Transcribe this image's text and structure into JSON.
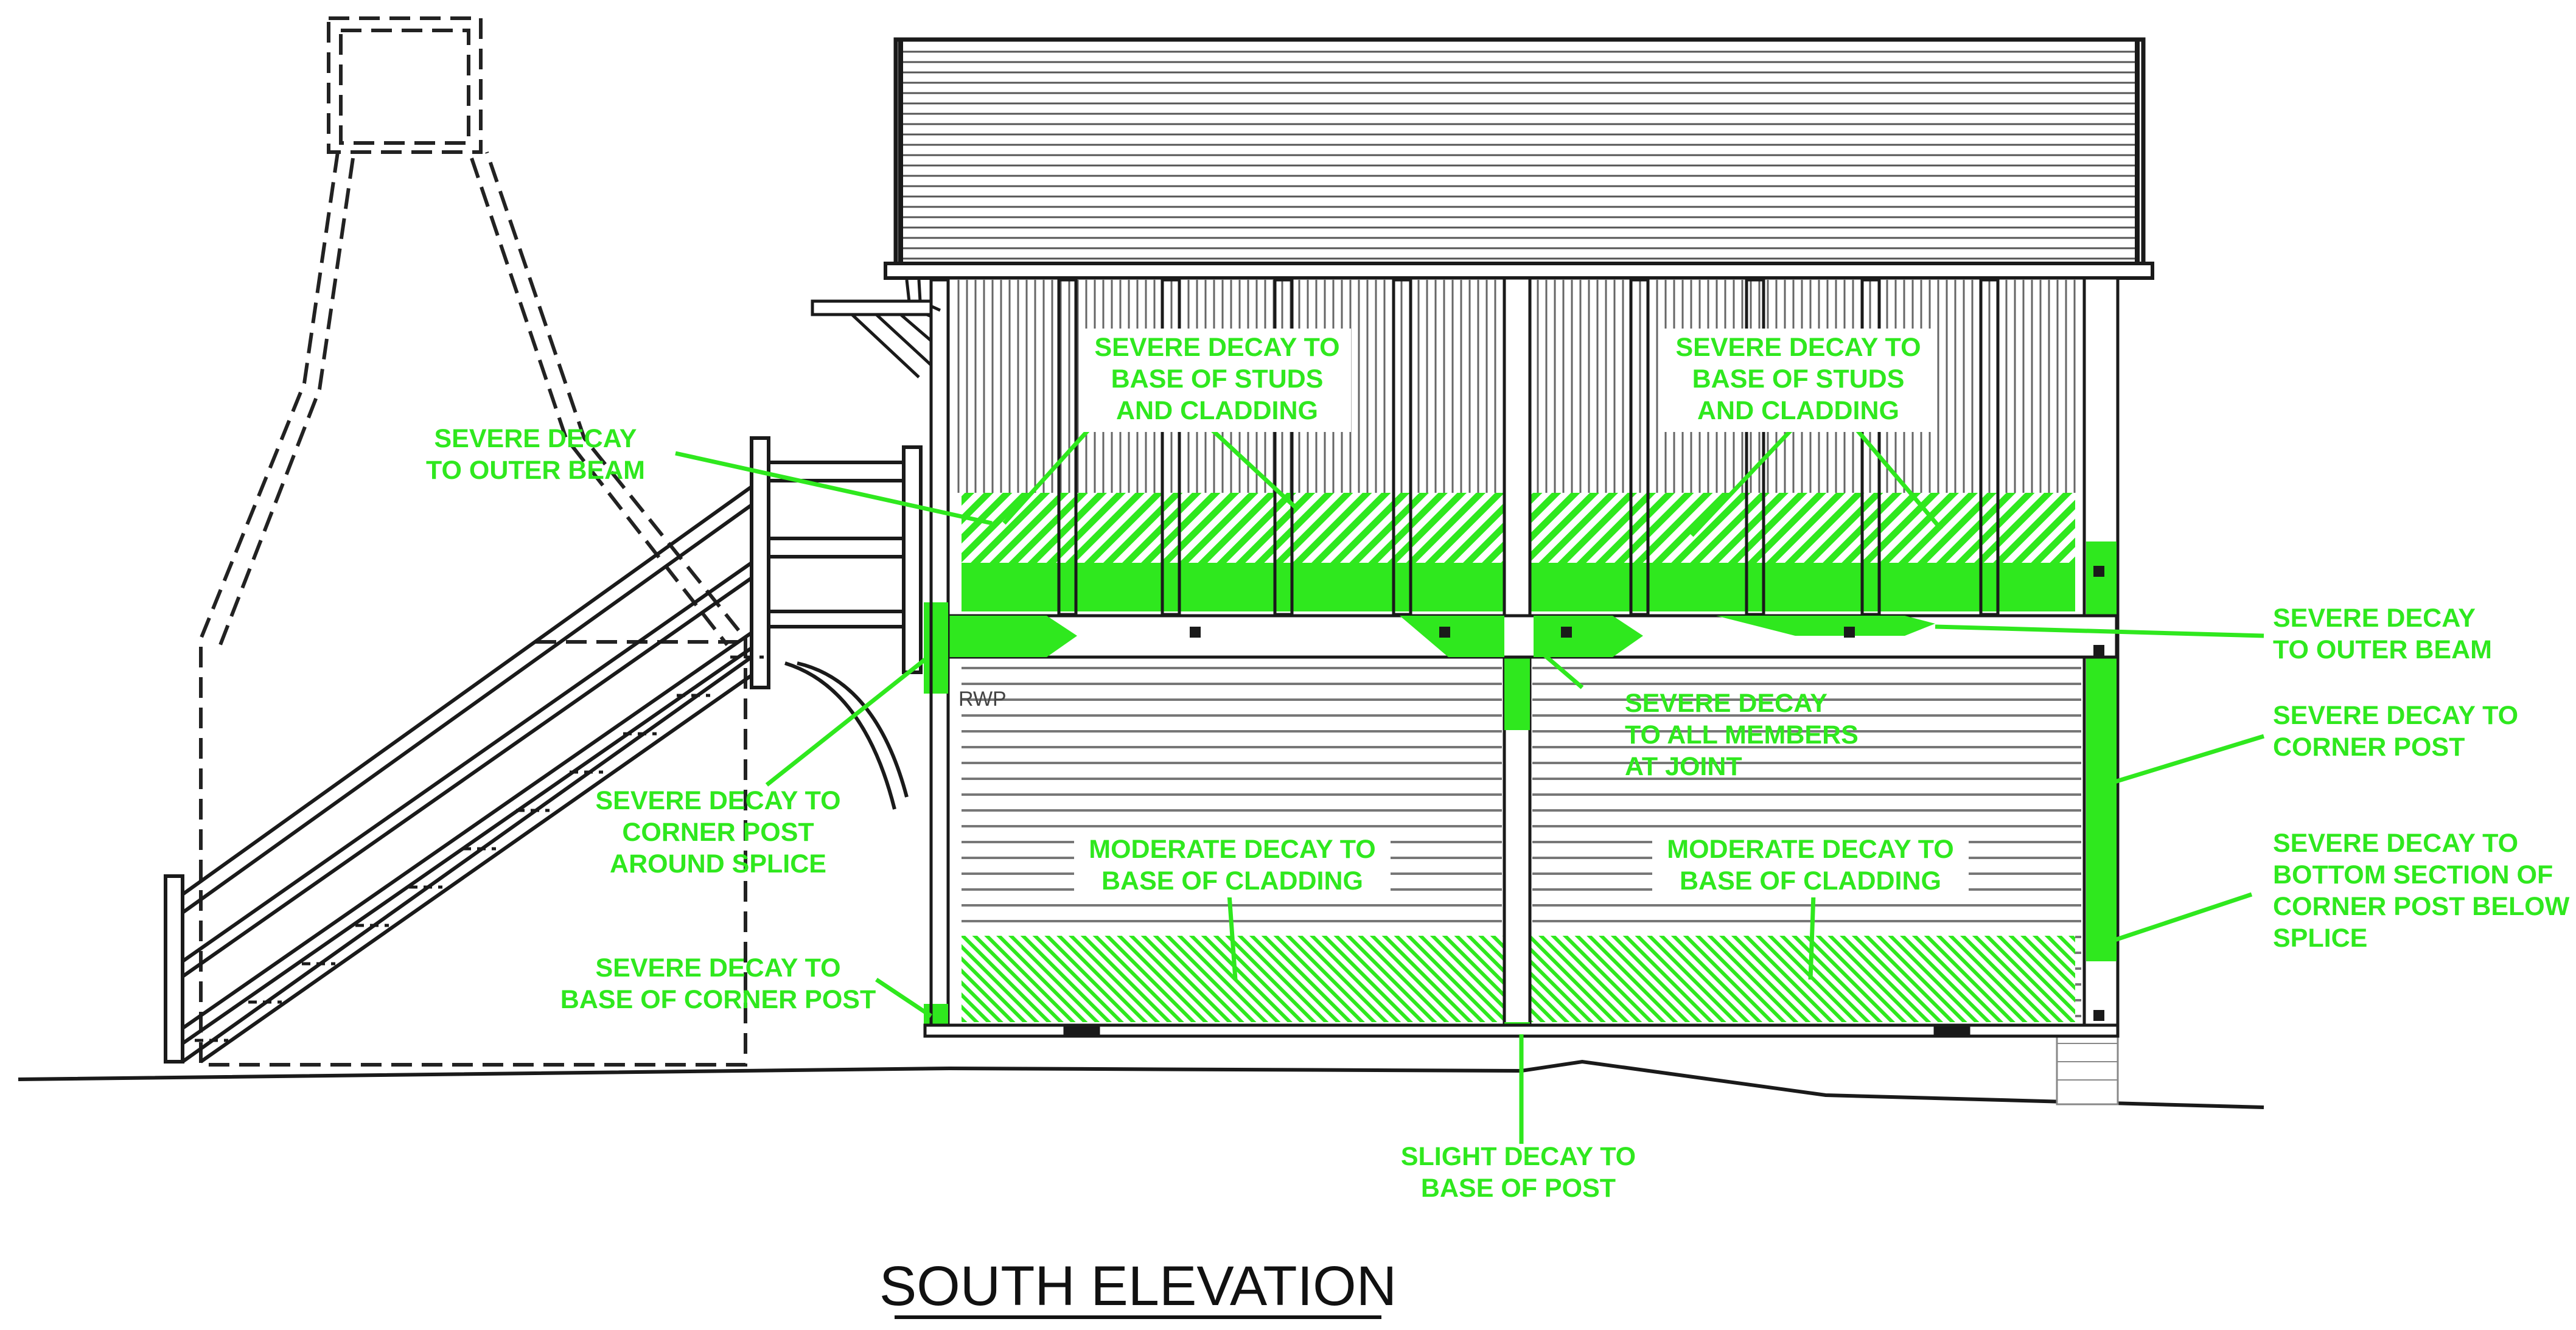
{
  "title": "SOUTH ELEVATION",
  "rwp_label": "RWP",
  "colors": {
    "decay": "#2fe81e",
    "line": "#1a1a1a",
    "background": "#ffffff"
  },
  "annotations": {
    "studs_left": [
      "SEVERE DECAY TO",
      "BASE OF STUDS",
      "AND CLADDING"
    ],
    "studs_right": [
      "SEVERE DECAY TO",
      "BASE OF STUDS",
      "AND CLADDING"
    ],
    "outer_beam_left": [
      "SEVERE DECAY",
      "TO OUTER BEAM"
    ],
    "outer_beam_right": [
      "SEVERE DECAY",
      "TO  OUTER BEAM"
    ],
    "all_members": [
      "SEVERE DECAY",
      "TO  ALL MEMBERS",
      "AT JOINT"
    ],
    "corner_post_splice": [
      "SEVERE DECAY TO",
      "CORNER POST",
      "AROUND SPLICE"
    ],
    "corner_post_right": [
      "SEVERE DECAY TO",
      "CORNER POST"
    ],
    "bottom_corner_post": [
      "SEVERE DECAY TO",
      "BOTTOM SECTION OF",
      "CORNER POST BELOW",
      "SPLICE"
    ],
    "cladding_left": [
      "MODERATE DECAY TO",
      "BASE OF CLADDING"
    ],
    "cladding_right": [
      "MODERATE DECAY TO",
      "BASE OF CLADDING"
    ],
    "base_corner_post": [
      "SEVERE DECAY TO",
      "BASE OF CORNER POST"
    ],
    "base_post": [
      "SLIGHT DECAY TO",
      "BASE OF POST"
    ]
  }
}
